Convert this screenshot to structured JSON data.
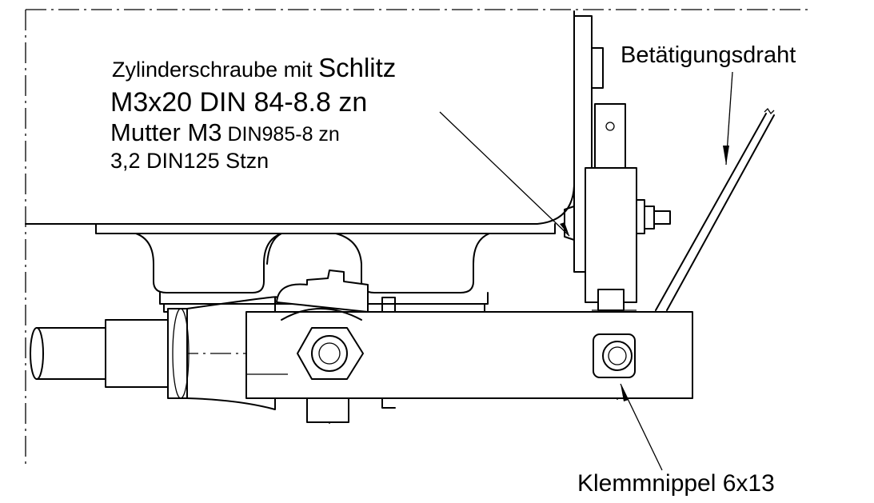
{
  "labels": {
    "screw_line1_small": "Zylinderschraube mit ",
    "screw_line1_large": "Schlitz",
    "screw_line2": "M3x20 DIN 84-8.8 zn",
    "nut_line_large": "Mutter M3",
    "nut_line_small": " DIN985-8 zn",
    "washer_line": "3,2 DIN125 Stzn",
    "wire_label": "Betätigungsdraht",
    "nipple_label": "Klemmnippel 6x13"
  }
}
